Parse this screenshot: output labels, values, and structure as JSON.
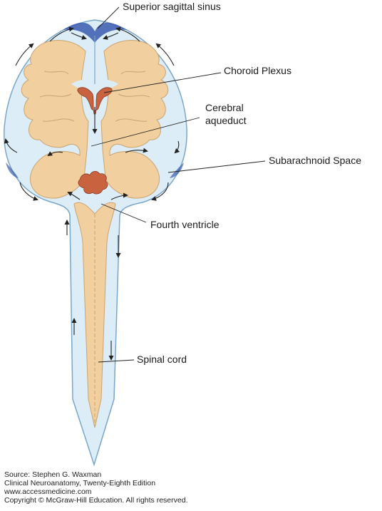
{
  "labels": {
    "superior_sagittal_sinus": "Superior sagittal sinus",
    "choroid_plexus": "Choroid Plexus",
    "cerebral_aqueduct_line1": "Cerebral",
    "cerebral_aqueduct_line2": "aqueduct",
    "subarachnoid_space": "Subarachnoid Space",
    "fourth_ventricle": "Fourth ventricle",
    "spinal_cord": "Spinal cord"
  },
  "credits": {
    "source": "Source: Stephen G. Waxman",
    "book": "Clinical Neuroanatomy, Twenty-Eighth Edition",
    "website": "www.accessmedicine.com",
    "copyright": "Copyright © McGraw-Hill Education. All rights reserved."
  },
  "colors": {
    "csf_fill": "#dcedf7",
    "csf_outline": "#7aa6c9",
    "sinus_blue": "#3b5bb0",
    "brain_tissue": "#f1cf9e",
    "brain_outline": "#c9a472",
    "choroid_plexus": "#c9623f",
    "arrow": "#222222"
  }
}
